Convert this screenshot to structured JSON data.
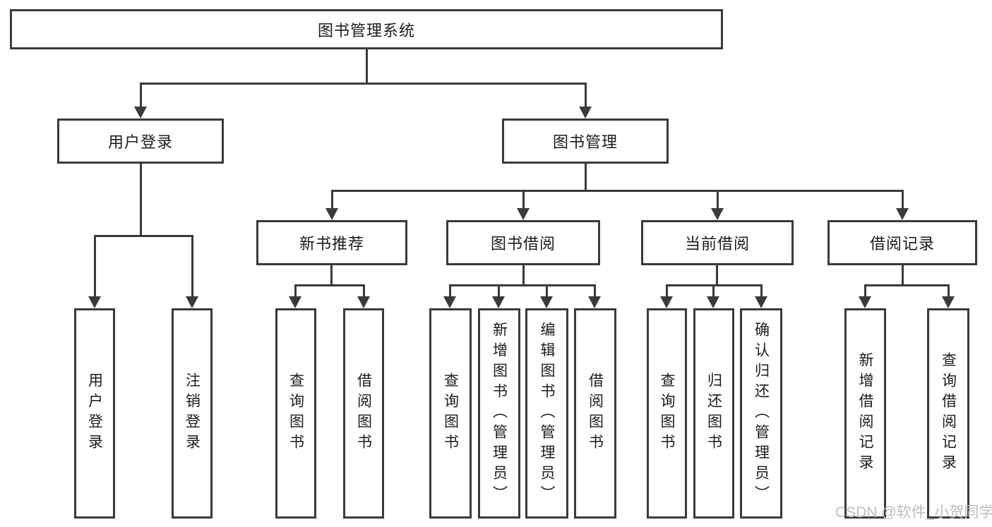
{
  "diagram": {
    "type": "hierarchy-diagram",
    "title": "图书管理系统",
    "colors": {
      "line": "#3a3a3a",
      "box_border": "#3a3a3a",
      "text": "#1c1c1c",
      "background": "#ffffff",
      "watermark": "#b9bdc9"
    },
    "watermark": "CSDN @软件_小贺同学",
    "tree": {
      "label": "图书管理系统",
      "children": [
        {
          "label": "用户登录",
          "children": [
            {
              "label": "用户登录"
            },
            {
              "label": "注销登录"
            }
          ]
        },
        {
          "label": "图书管理",
          "children": [
            {
              "label": "新书推荐",
              "children": [
                {
                  "label": "查询图书"
                },
                {
                  "label": "借阅图书"
                }
              ]
            },
            {
              "label": "图书借阅",
              "children": [
                {
                  "label": "查询图书"
                },
                {
                  "label": "新增图书（管理员）"
                },
                {
                  "label": "编辑图书（管理员）"
                },
                {
                  "label": "借阅图书"
                }
              ]
            },
            {
              "label": "当前借阅",
              "children": [
                {
                  "label": "查询图书"
                },
                {
                  "label": "归还图书"
                },
                {
                  "label": "确认归还（管理员）"
                }
              ]
            },
            {
              "label": "借阅记录",
              "children": [
                {
                  "label": "新增借阅记录"
                },
                {
                  "label": "查询借阅记录"
                }
              ]
            }
          ]
        }
      ]
    }
  }
}
